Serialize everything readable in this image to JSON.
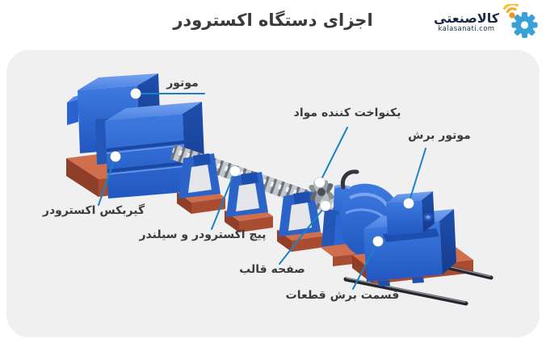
{
  "header": {
    "title": "اجزای دستگاه اکسترودر",
    "logo": {
      "brand_name": "کالاصنعتی",
      "brand_domain": "kalasanati.com"
    }
  },
  "diagram": {
    "labels": {
      "motor": "موتور",
      "homogenizer": "یکنواخت کننده مواد",
      "cutting_motor": "موتور برش",
      "gearbox": "گیربکس اکسترودر",
      "screw_cylinder": "پیچ اکسترودر و سیلندر",
      "die_plate": "صفحه قالب",
      "cutting_section": "قسمت برش قطعات"
    },
    "colors": {
      "card_background": "#f0f0f1",
      "machine_blue": "#2b66d2",
      "machine_blue_top": "#5a8ee9",
      "machine_blue_dark": "#1c4ca9",
      "base_red_top": "#cf6f4e",
      "base_red_front": "#a84c32",
      "metal_gray": "#9ea3ab",
      "leader_line": "#1c82c5",
      "marker_dot": "#ffffff",
      "title_text": "#3a3a3a",
      "label_text": "#3c3c3c",
      "logo_navy": "#1b2a47",
      "logo_gear_blue": "#3aa0d8",
      "logo_signal_orange": "#f6a11c"
    }
  }
}
